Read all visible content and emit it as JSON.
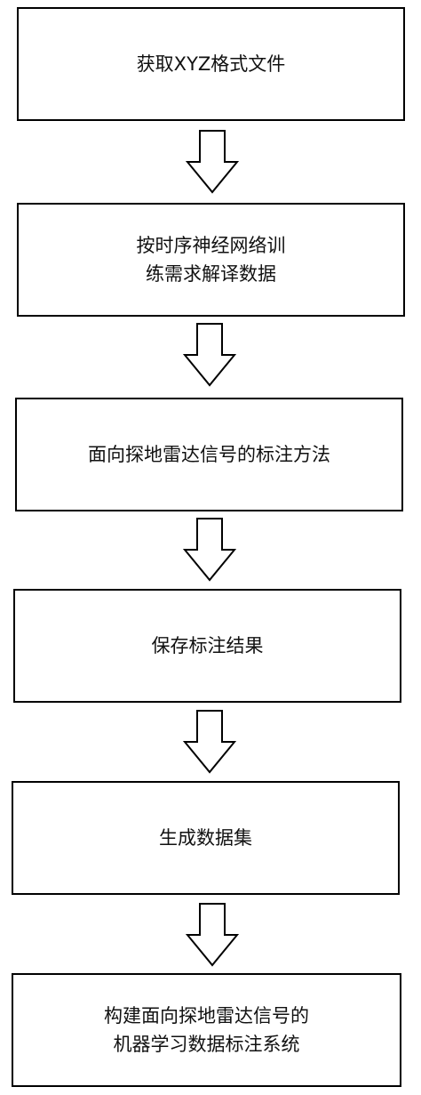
{
  "flowchart": {
    "steps": [
      {
        "label": "获取XYZ格式文件"
      },
      {
        "label": "按时序神经网络训\n练需求解译数据"
      },
      {
        "label": "面向探地雷达信号的标注方法"
      },
      {
        "label": "保存标注结果"
      },
      {
        "label": "生成数据集"
      },
      {
        "label": "构建面向探地雷达信号的\n机器学习数据标注系统"
      }
    ],
    "arrow_direction": "down",
    "colors": {
      "stroke": "#000000",
      "fill": "#ffffff",
      "text": "#111111"
    }
  }
}
